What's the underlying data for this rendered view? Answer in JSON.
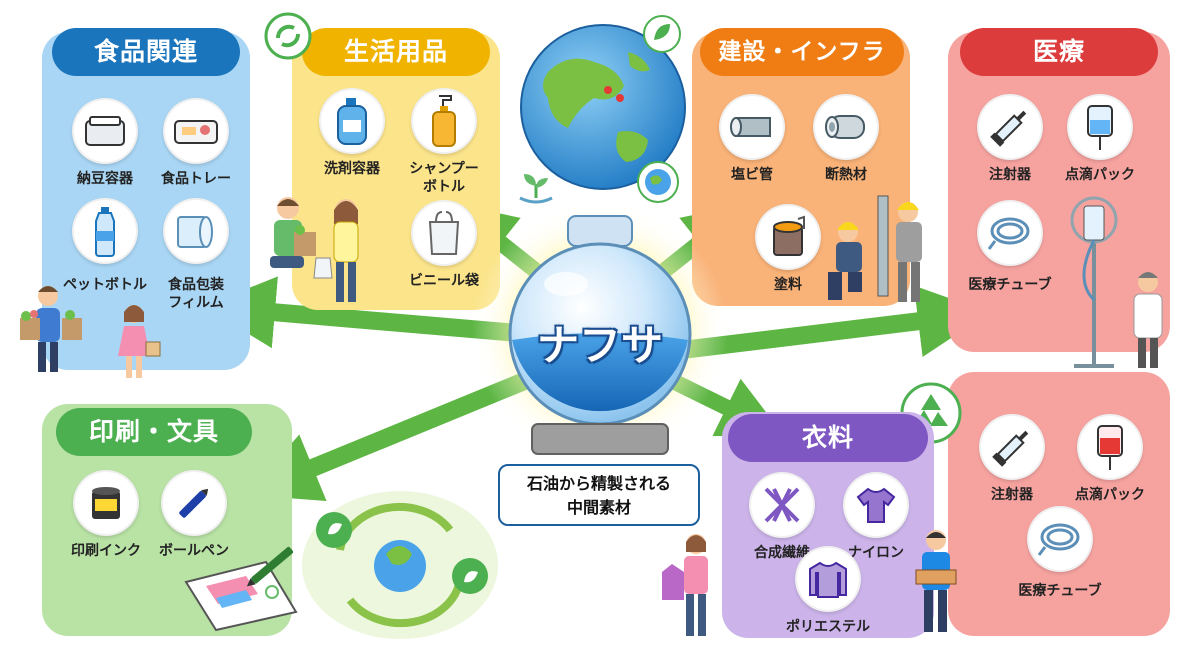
{
  "center": {
    "title": "ナフサ",
    "caption": "石油から精製される\n中間素材"
  },
  "colors": {
    "food": "#1b75bc",
    "daily": "#f0b400",
    "infra": "#ef7d14",
    "medical": "#dc3c3c",
    "printing": "#4caf50",
    "clothing": "#7e57c2",
    "arrow": "#4caf2f"
  },
  "panels": {
    "food": {
      "title": "食品関連",
      "items": [
        {
          "label": "納豆容器",
          "icon": "natto-container-icon"
        },
        {
          "label": "食品トレー",
          "icon": "food-tray-icon"
        },
        {
          "label": "ペットボトル",
          "icon": "pet-bottle-icon"
        },
        {
          "label": "食品包装\nフィルム",
          "icon": "wrap-film-icon"
        }
      ]
    },
    "daily": {
      "title": "生活用品",
      "items": [
        {
          "label": "洗剤容器",
          "icon": "detergent-bottle-icon"
        },
        {
          "label": "シャンプー\nボトル",
          "icon": "shampoo-bottle-icon"
        },
        {
          "label": "ビニール袋",
          "icon": "plastic-bag-icon"
        }
      ]
    },
    "infra": {
      "title": "建設・インフラ",
      "items": [
        {
          "label": "塩ビ管",
          "icon": "pvc-pipe-icon"
        },
        {
          "label": "断熱材",
          "icon": "insulation-icon"
        },
        {
          "label": "塗料",
          "icon": "paint-can-icon"
        }
      ]
    },
    "medical": {
      "title": "医療",
      "items": [
        {
          "label": "注射器",
          "icon": "syringe-icon"
        },
        {
          "label": "点滴パック",
          "icon": "iv-bag-icon"
        },
        {
          "label": "医療チューブ",
          "icon": "medical-tube-icon"
        }
      ]
    },
    "medical2": {
      "items": [
        {
          "label": "注射器",
          "icon": "syringe-icon"
        },
        {
          "label": "点滴パック",
          "icon": "iv-bag-icon"
        },
        {
          "label": "医療チューブ",
          "icon": "medical-tube-icon"
        }
      ]
    },
    "printing": {
      "title": "印刷・文具",
      "items": [
        {
          "label": "印刷インク",
          "icon": "ink-can-icon"
        },
        {
          "label": "ボールペン",
          "icon": "ballpoint-pen-icon"
        }
      ]
    },
    "clothing": {
      "title": "衣料",
      "items": [
        {
          "label": "合成繊維",
          "icon": "synthetic-fiber-icon"
        },
        {
          "label": "ナイロン",
          "icon": "nylon-shirt-icon"
        },
        {
          "label": "ポリエステル",
          "icon": "polyester-sweater-icon"
        }
      ]
    }
  }
}
